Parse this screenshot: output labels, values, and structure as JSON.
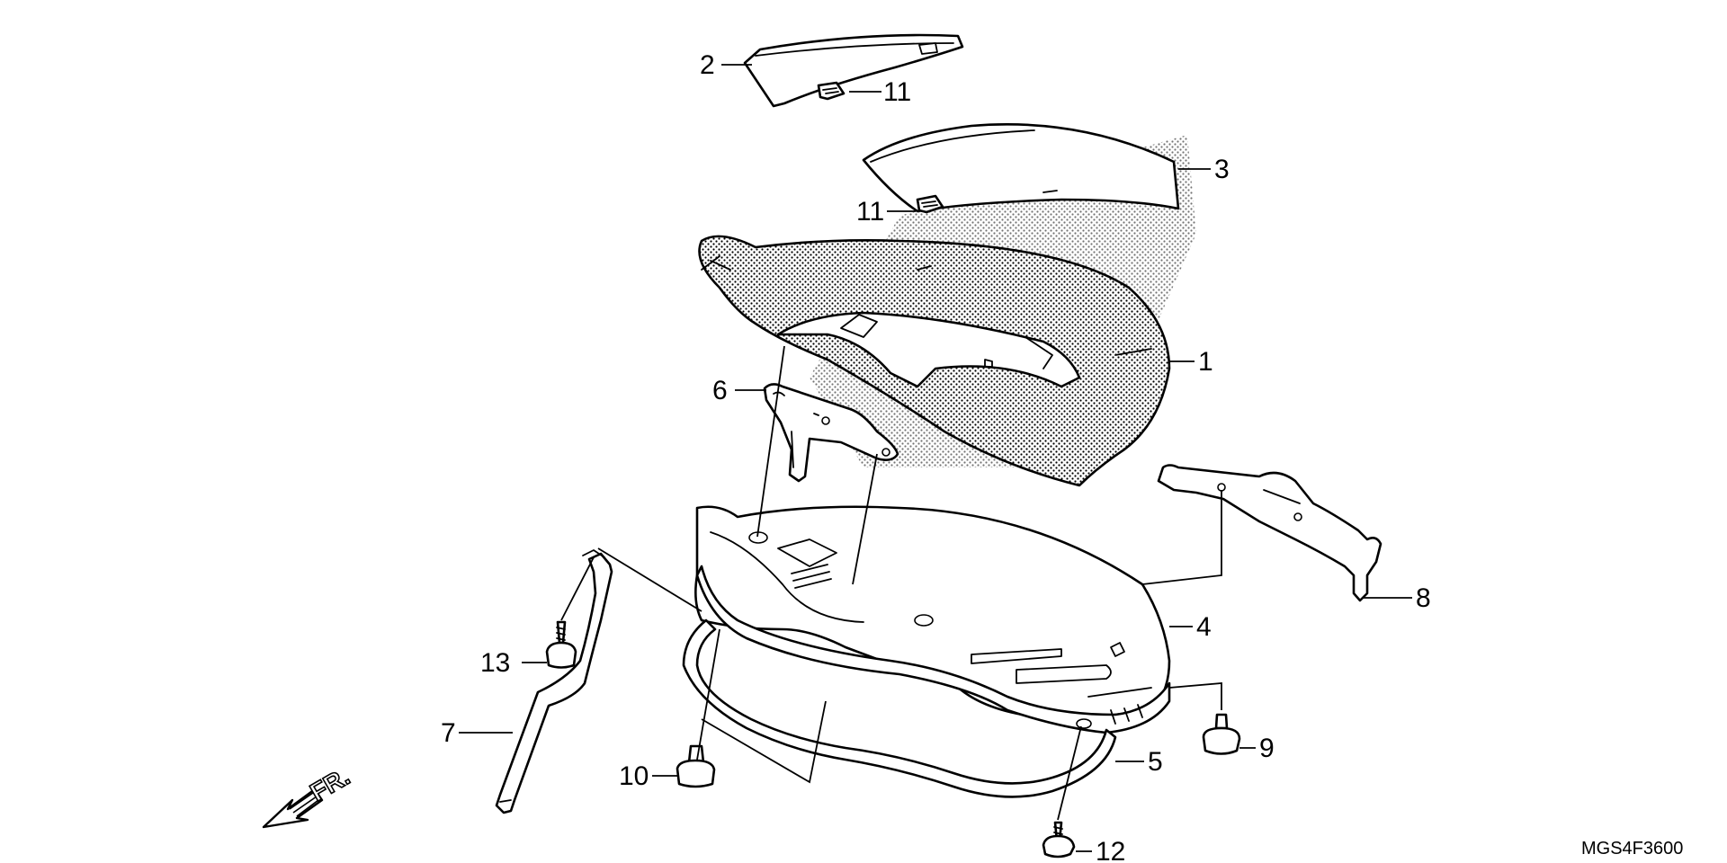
{
  "diagram": {
    "callouts": {
      "c1": "1",
      "c2": "2",
      "c3": "3",
      "c4": "4",
      "c5": "5",
      "c6": "6",
      "c7": "7",
      "c8": "8",
      "c9": "9",
      "c10": "10",
      "c11a": "11",
      "c11b": "11",
      "c12": "12",
      "c13": "13"
    },
    "direction_label": "FR.",
    "drawing_code": "MGS4F3600"
  }
}
